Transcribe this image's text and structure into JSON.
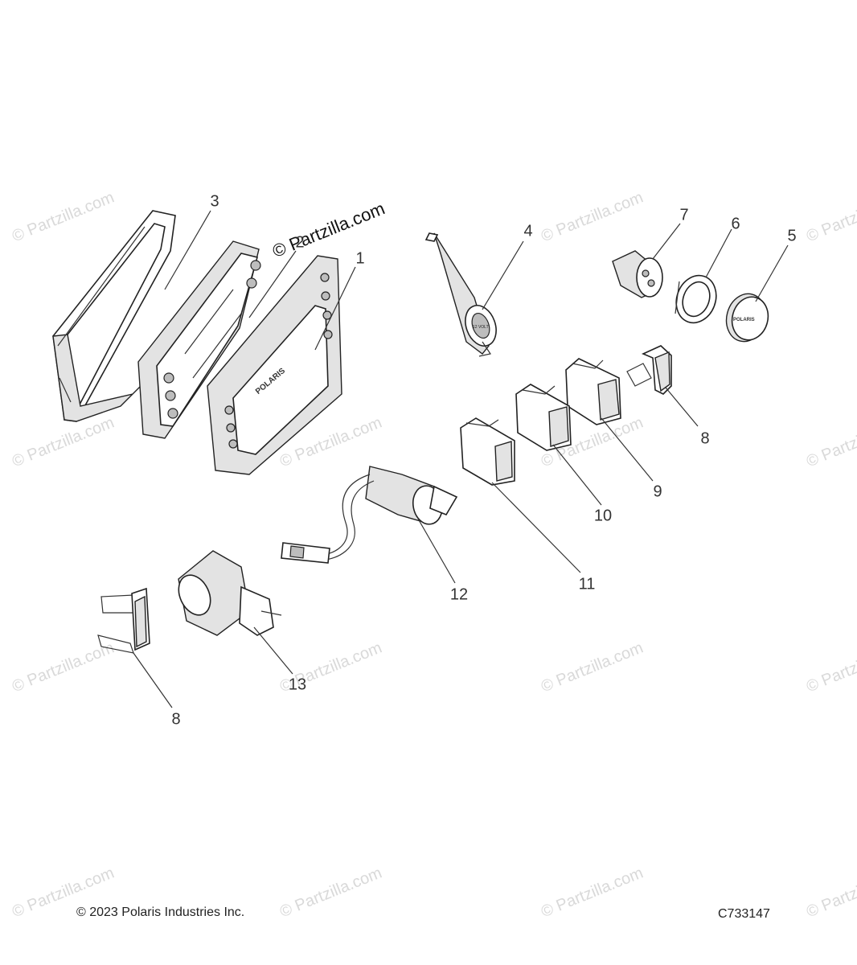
{
  "watermark": {
    "main": "© Partzilla.com",
    "repeat": "© Partzilla.com"
  },
  "callouts": [
    {
      "id": "c1",
      "label": "1"
    },
    {
      "id": "c2",
      "label": "2"
    },
    {
      "id": "c3",
      "label": "3"
    },
    {
      "id": "c4",
      "label": "4"
    },
    {
      "id": "c5",
      "label": "5"
    },
    {
      "id": "c6",
      "label": "6"
    },
    {
      "id": "c7",
      "label": "7"
    },
    {
      "id": "c8a",
      "label": "8"
    },
    {
      "id": "c8b",
      "label": "8"
    },
    {
      "id": "c9",
      "label": "9"
    },
    {
      "id": "c10",
      "label": "10"
    },
    {
      "id": "c11",
      "label": "11"
    },
    {
      "id": "c12",
      "label": "12"
    },
    {
      "id": "c13",
      "label": "13"
    }
  ],
  "part_text": {
    "bezel_brand": "POLARIS",
    "cap_brand": "POLARIS",
    "outlet_label": "12 VOLT"
  },
  "footer": {
    "copyright": "© 2023 Polaris Industries Inc.",
    "diagram_code": "C733147"
  }
}
